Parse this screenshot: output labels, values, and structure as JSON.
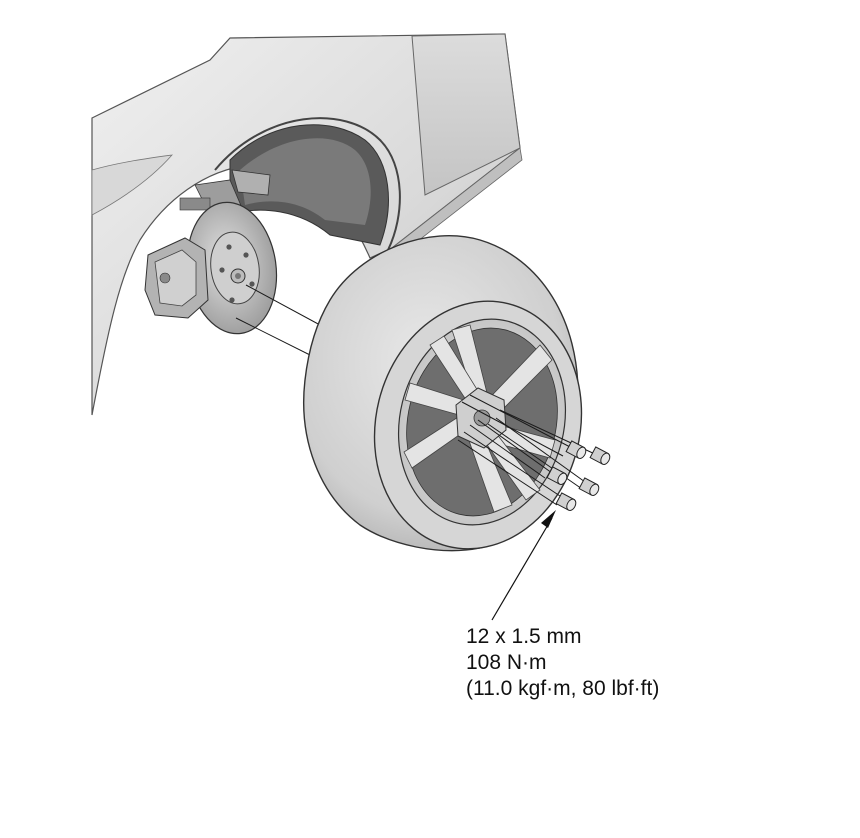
{
  "callout": {
    "thread_size": "12 x 1.5 mm",
    "torque_nm": "108 N·m",
    "torque_alt_units": "(11.0 kgf·m, 80 lbf·ft)"
  },
  "colors": {
    "body_light": "#e6e6e6",
    "body_mid": "#c9c9c9",
    "body_dark": "#8c8c8c",
    "tire": "#d2d2d2",
    "line": "#1a1a1a"
  },
  "icons": [
    "lug-nut-icon",
    "arrow-icon"
  ]
}
